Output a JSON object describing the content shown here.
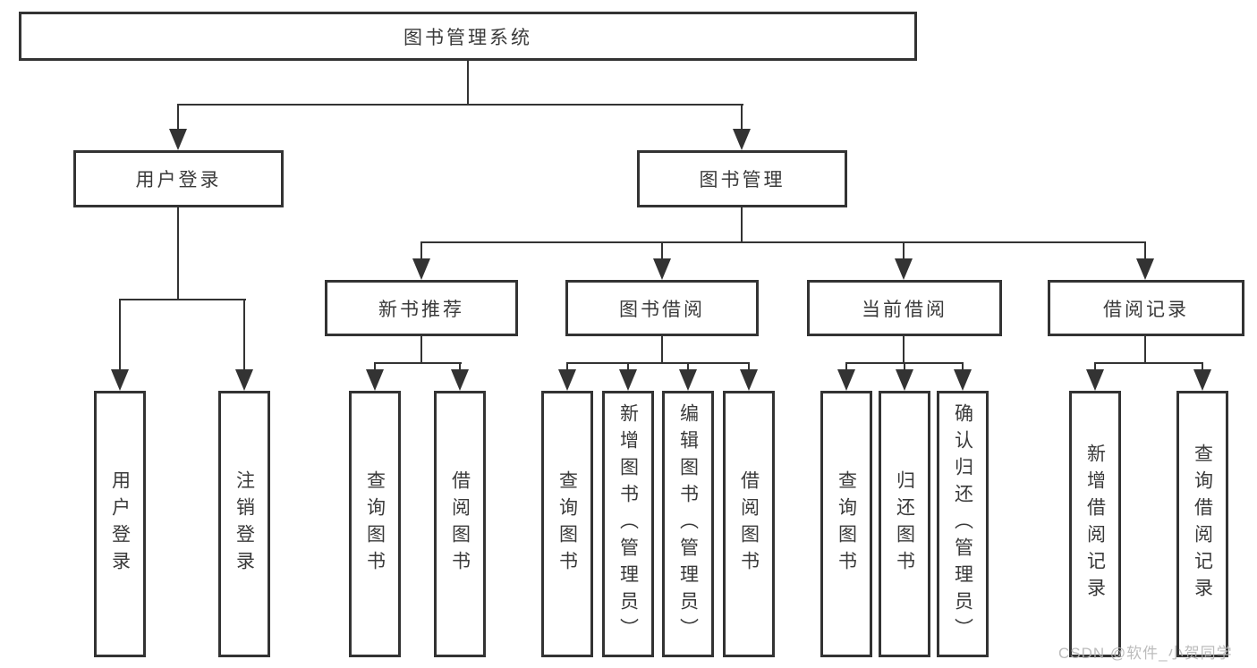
{
  "tree": {
    "root": "图书管理系统",
    "login": {
      "label": "用户登录",
      "children": [
        "用户登录",
        "注销登录"
      ]
    },
    "mgmt": {
      "label": "图书管理",
      "sections": [
        {
          "label": "新书推荐",
          "children": [
            "查询图书",
            "借阅图书"
          ]
        },
        {
          "label": "图书借阅",
          "children": [
            "查询图书",
            "新增图书（管理员）",
            "编辑图书（管理员）",
            "借阅图书"
          ]
        },
        {
          "label": "当前借阅",
          "children": [
            "查询图书",
            "归还图书",
            "确认归还（管理员）"
          ]
        },
        {
          "label": "借阅记录",
          "children": [
            "新增借阅记录",
            "查询借阅记录"
          ]
        }
      ]
    }
  },
  "watermark": "CSDN @软件_小贺同学",
  "colors": {
    "line": "#333333",
    "text": "#3a3a3a",
    "background": "#ffffff",
    "watermark": "#b5b5b5"
  }
}
